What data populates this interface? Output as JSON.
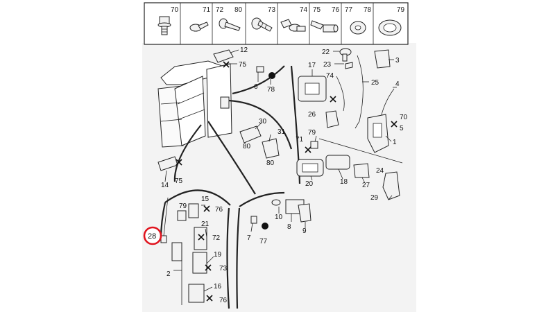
{
  "highlight": {
    "label": "28",
    "color": "#e0141e"
  },
  "header_parts": [
    "70",
    "71",
    "72",
    "80",
    "73",
    "74",
    "75",
    "76",
    "77",
    "78",
    "79"
  ],
  "callouts": [
    "12",
    "75",
    "6",
    "78",
    "22",
    "23",
    "3",
    "17",
    "74",
    "25",
    "4",
    "26",
    "70",
    "5",
    "1",
    "30",
    "31",
    "80",
    "80",
    "79",
    "71",
    "24",
    "20",
    "18",
    "27",
    "29",
    "14",
    "75",
    "79",
    "15",
    "76",
    "21",
    "72",
    "19",
    "2",
    "73",
    "16",
    "76",
    "10",
    "8",
    "7",
    "77",
    "9"
  ],
  "colors": {
    "background": "#ffffff",
    "panel": "#f3f3f3",
    "line": "#222222",
    "highlight": "#e0141e"
  }
}
